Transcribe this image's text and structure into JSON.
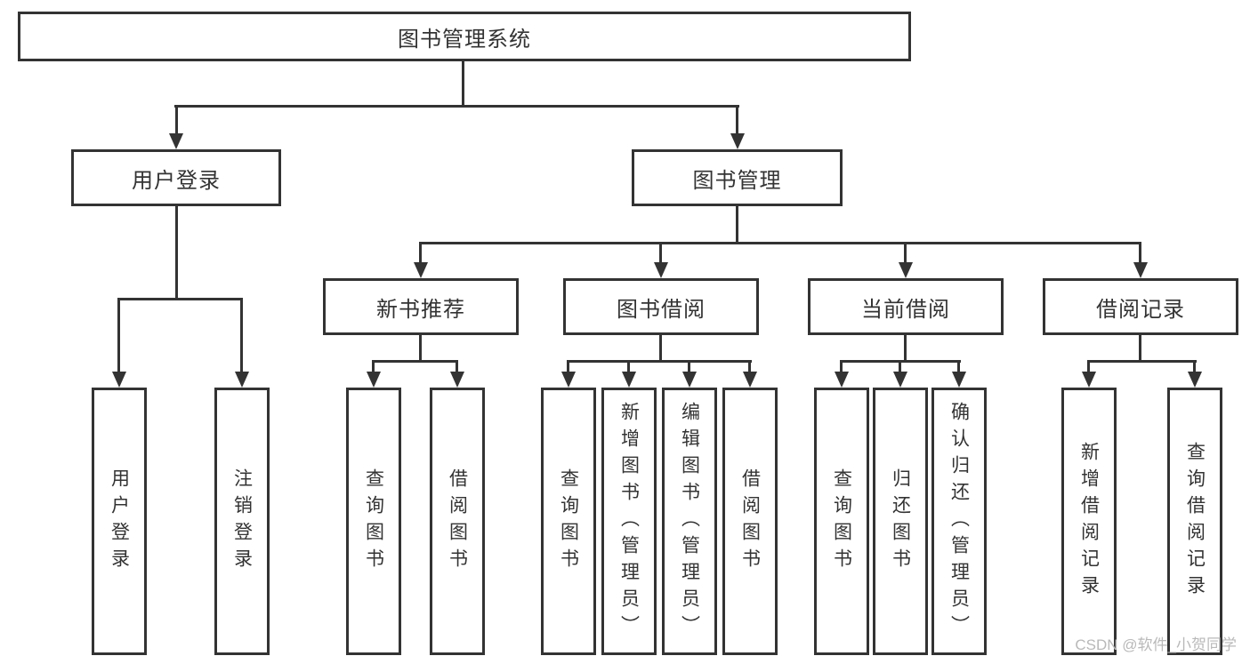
{
  "diagram": {
    "root_label": "图书管理系统",
    "branches": [
      {
        "label": "用户登录",
        "children": [
          {
            "label": "用户登录"
          },
          {
            "label": "注销登录"
          }
        ]
      },
      {
        "label": "图书管理",
        "groups": [
          {
            "label": "新书推荐",
            "children": [
              {
                "label": "查询图书"
              },
              {
                "label": "借阅图书"
              }
            ]
          },
          {
            "label": "图书借阅",
            "children": [
              {
                "label": "查询图书"
              },
              {
                "label": "新增图书（管理员）"
              },
              {
                "label": "编辑图书（管理员）"
              },
              {
                "label": "借阅图书"
              }
            ]
          },
          {
            "label": "当前借阅",
            "children": [
              {
                "label": "查询图书"
              },
              {
                "label": "归还图书"
              },
              {
                "label": "确认归还（管理员）"
              }
            ]
          },
          {
            "label": "借阅记录",
            "children": [
              {
                "label": "新增借阅记录"
              },
              {
                "label": "查询借阅记录"
              }
            ]
          }
        ]
      }
    ]
  },
  "watermark": {
    "text": "CSDN @软件_小贺同学"
  },
  "colors": {
    "line": "#333333",
    "text": "#333333",
    "watermark": "#b9b9b9",
    "background": "#ffffff"
  }
}
